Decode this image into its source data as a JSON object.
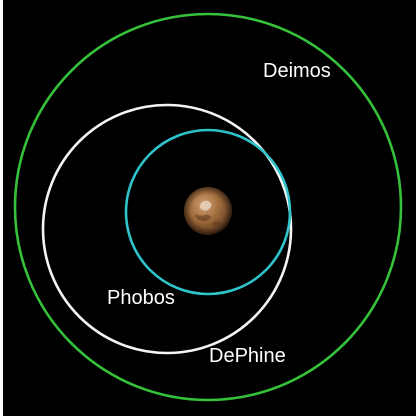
{
  "labels": {
    "deimos": "Deimos",
    "phobos": "Phobos",
    "dephine": "DePhine"
  },
  "colors": {
    "background": "#000000",
    "deimos_orbit": "#35c23a",
    "phobos_orbit": "#f4f4f4",
    "dephine_orbit": "#2fc4cc",
    "label_text": "#ffffff",
    "planet_base": "#8a5a35"
  },
  "icons": {
    "planet": "mars-icon"
  }
}
